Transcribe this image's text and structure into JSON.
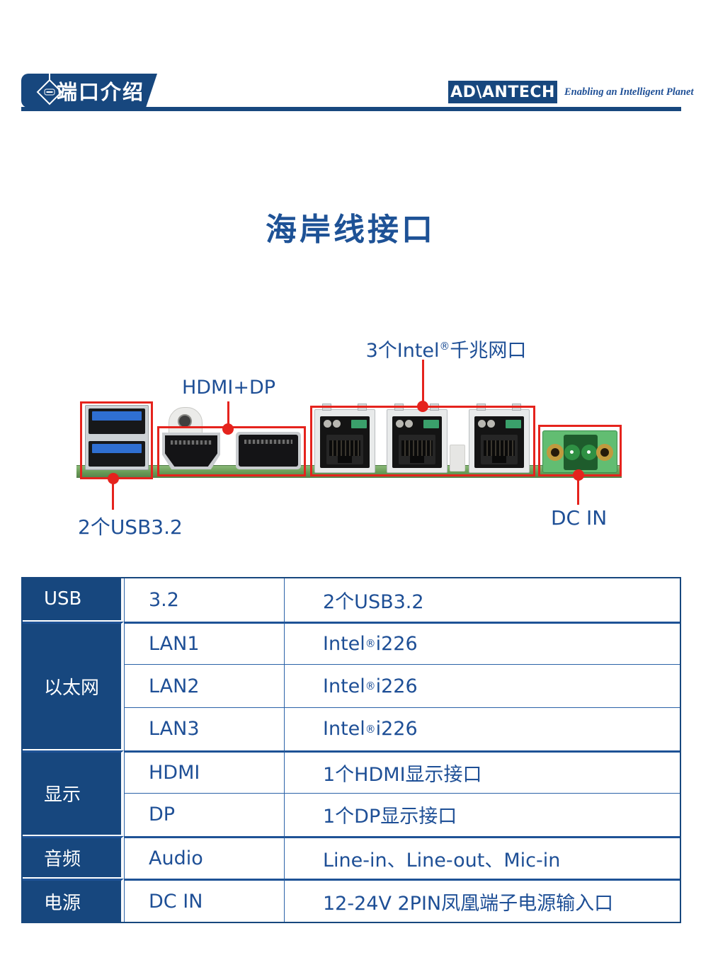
{
  "header": {
    "badge": {
      "label": "端口介绍",
      "icon": "port-diamond-icon"
    },
    "logo": {
      "text": "AD\\ANTECH",
      "tagline": "Enabling an Intelligent Planet"
    }
  },
  "title": "海岸线接口",
  "figure": {
    "labels": {
      "lan": "3个Intel®千兆网口",
      "hdmi_dp": "HDMI+DP",
      "usb": "2个USB3.2",
      "dc_in": "DC IN"
    }
  },
  "colors": {
    "brand_navy": "#17477e",
    "text_blue": "#1e4f96",
    "annotation_red": "#e5231d",
    "pcb_green": "#679a55",
    "phoenix_green": "#62bd72",
    "usb_blue": "#2f6fd2"
  },
  "table": {
    "groups": [
      {
        "category": "USB",
        "rows": [
          {
            "port": "3.2",
            "desc": "2个USB3.2"
          }
        ]
      },
      {
        "category": "以太网",
        "rows": [
          {
            "port": "LAN1",
            "desc": "Intel®i226"
          },
          {
            "port": "LAN2",
            "desc": "Intel®i226"
          },
          {
            "port": "LAN3",
            "desc": "Intel®i226"
          }
        ]
      },
      {
        "category": "显示",
        "rows": [
          {
            "port": "HDMI",
            "desc": "1个HDMI显示接口"
          },
          {
            "port": "DP",
            "desc": "1个DP显示接口"
          }
        ]
      },
      {
        "category": "音频",
        "rows": [
          {
            "port": "Audio",
            "desc": "Line-in、Line-out、Mic-in"
          }
        ]
      },
      {
        "category": "电源",
        "rows": [
          {
            "port": "DC IN",
            "desc": "12-24V 2PIN凤凰端子电源输入口"
          }
        ]
      }
    ]
  }
}
